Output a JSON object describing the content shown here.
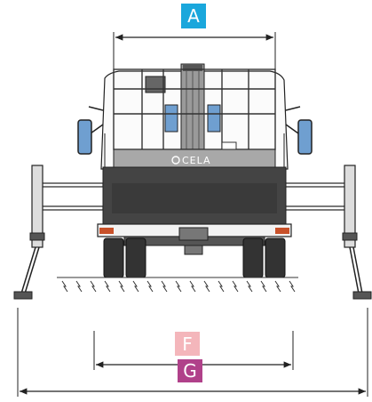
{
  "labels": {
    "a": "A",
    "f": "F",
    "g": "G"
  },
  "brand": {
    "logo_text": "CELA"
  },
  "colors": {
    "label_a": "#1aa7dc",
    "label_f": "#f4b6bb",
    "label_g": "#b0418a",
    "platform": "#a8a8a8",
    "chassis_dark": "#444444",
    "outline": "#222222",
    "window_blue": "#6f9fd0"
  },
  "icons": {
    "logo": "cela-logo-icon",
    "ground": "ground-hatch-icon"
  }
}
